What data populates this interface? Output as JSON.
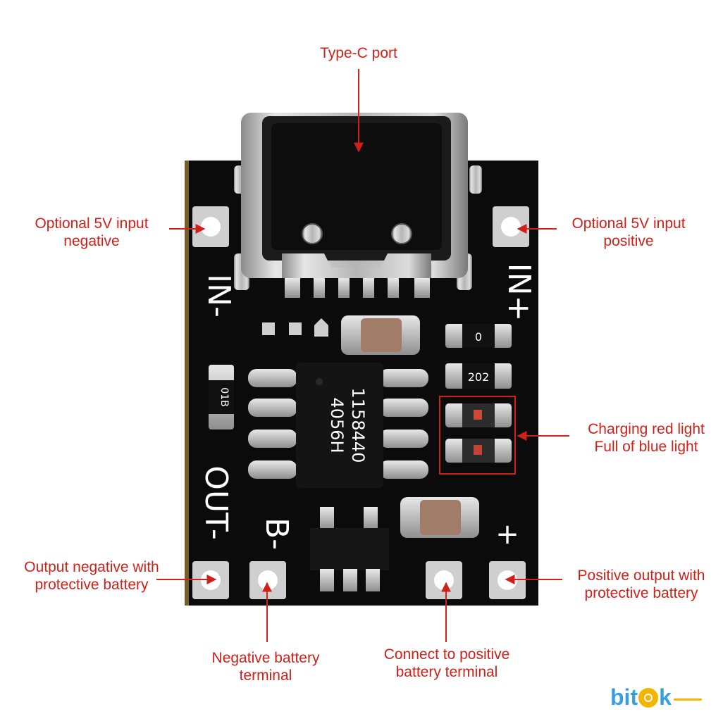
{
  "labels": {
    "type_c_port": "Type-C port",
    "in_neg": [
      "Optional 5V input",
      "negative"
    ],
    "in_pos": [
      "Optional 5V input",
      "positive"
    ],
    "leds": [
      "Charging red light",
      "Full of blue light"
    ],
    "out_neg": [
      "Output negative with",
      "protective battery"
    ],
    "out_pos": [
      "Positive output with",
      "protective battery"
    ],
    "bat_neg": [
      "Negative battery",
      "terminal"
    ],
    "bat_pos": [
      "Connect to positive",
      "battery terminal"
    ]
  },
  "board": {
    "silkscreen": {
      "in_minus": "IN-",
      "in_plus": "IN+",
      "out_minus": "OUT-",
      "b_minus": "B-",
      "plus": "+"
    },
    "chip": {
      "line1": "4056H",
      "line2": "1158440"
    },
    "resistors": {
      "r1": "0",
      "r2": "202",
      "r3": "01B"
    }
  },
  "colors": {
    "annotation": "#d0201a",
    "pcb": "#0b0b0b",
    "metal": "#b9b9b9"
  },
  "watermark": {
    "text_a": "bit",
    "text_b": "k"
  }
}
